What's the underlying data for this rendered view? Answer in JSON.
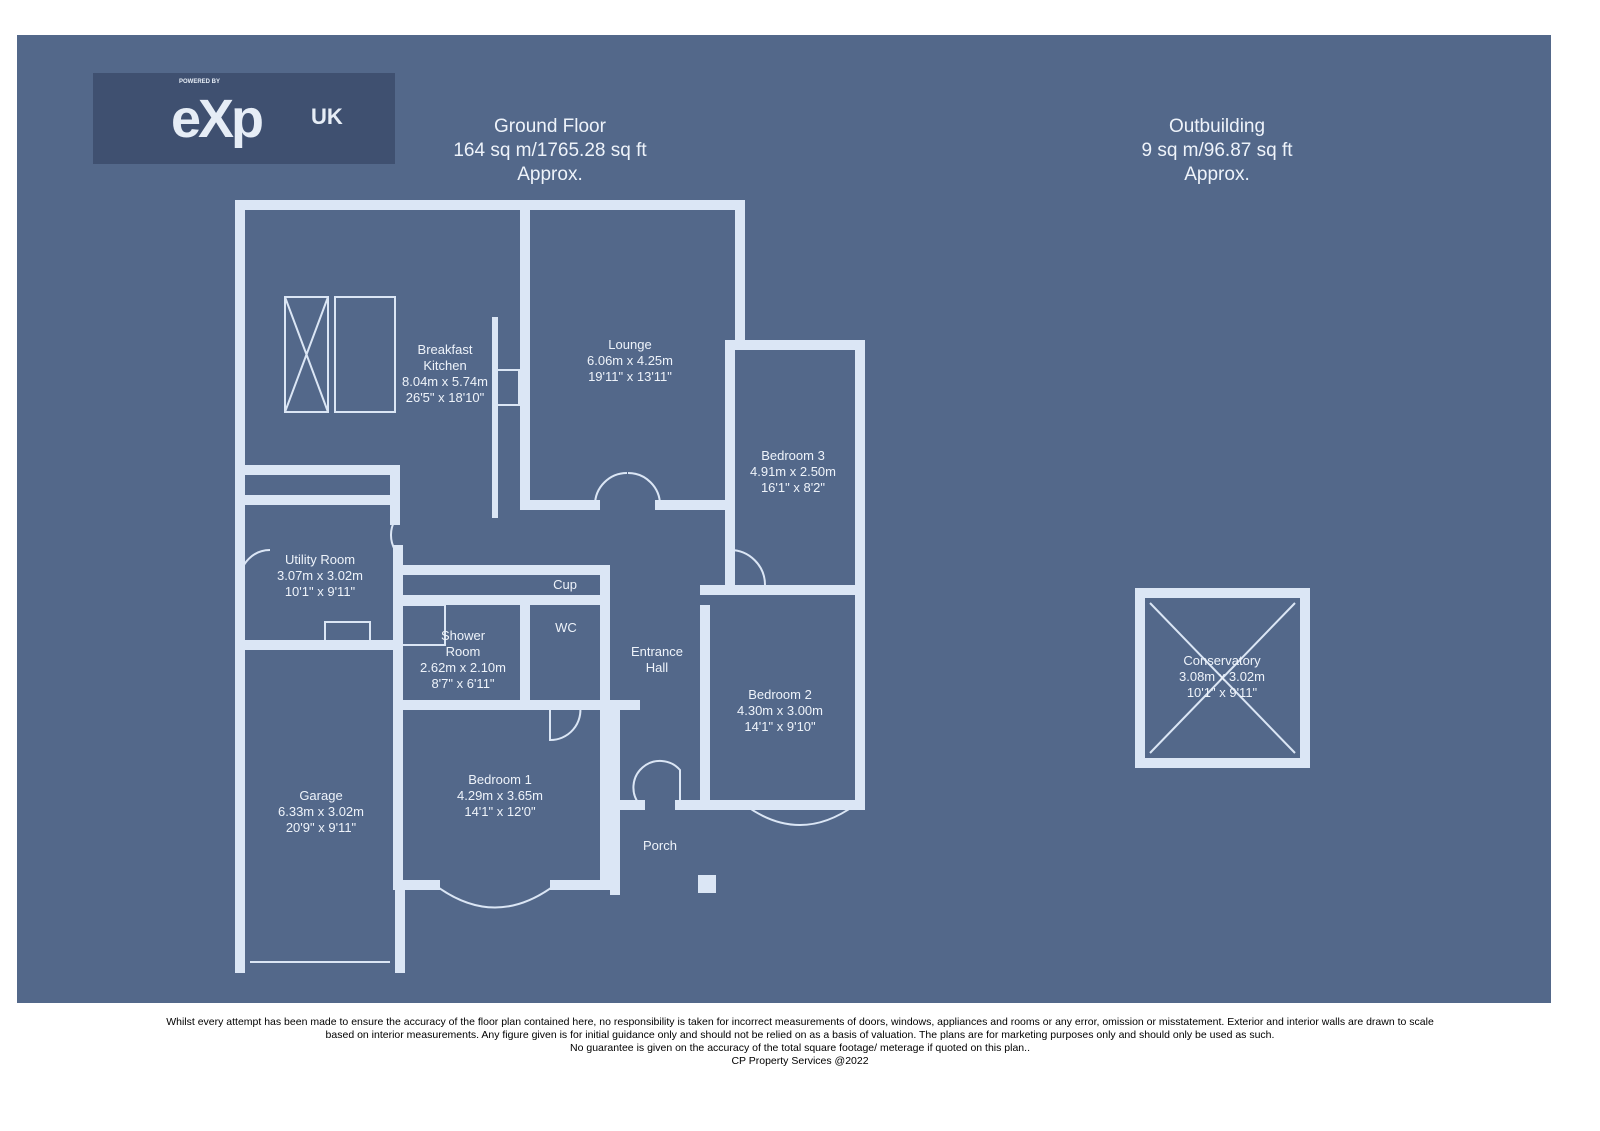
{
  "logo": {
    "text": "eXp",
    "suffix": "UK",
    "tagline": "POWERED BY"
  },
  "headers": [
    {
      "title": "Ground Floor",
      "area": "164 sq m/1765.28 sq ft",
      "note": "Approx."
    },
    {
      "title": "Outbuilding",
      "area": "9 sq m/96.87 sq ft",
      "note": "Approx."
    }
  ],
  "rooms": [
    {
      "name": "Breakfast Kitchen",
      "metric": "8.04m x 5.74m",
      "imperial": "26'5\" x 18'10\""
    },
    {
      "name": "Lounge",
      "metric": "6.06m x 4.25m",
      "imperial": "19'11\" x 13'11\""
    },
    {
      "name": "Bedroom 3",
      "metric": "4.91m x 2.50m",
      "imperial": "16'1\" x 8'2\""
    },
    {
      "name": "Utility Room",
      "metric": "3.07m x 3.02m",
      "imperial": "10'1\" x 9'11\""
    },
    {
      "name": "Shower Room",
      "metric": "2.62m x 2.10m",
      "imperial": "8'7\" x 6'11\""
    },
    {
      "name": "Entrance Hall",
      "metric": "",
      "imperial": ""
    },
    {
      "name": "Bedroom 2",
      "metric": "4.30m x 3.00m",
      "imperial": "14'1\" x 9'10\""
    },
    {
      "name": "Bedroom 1",
      "metric": "4.29m x 3.65m",
      "imperial": "14'1\" x 12'0\""
    },
    {
      "name": "Garage",
      "metric": "6.33m x 3.02m",
      "imperial": "20'9\" x 9'11\""
    },
    {
      "name": "Porch",
      "metric": "",
      "imperial": ""
    },
    {
      "name": "Cup",
      "metric": "",
      "imperial": ""
    },
    {
      "name": "WC",
      "metric": "",
      "imperial": ""
    },
    {
      "name": "Conservatory",
      "metric": "3.08m x 3.02m",
      "imperial": "10'1\" x 9'11\""
    }
  ],
  "footer": {
    "line1": "Whilst every attempt has been made to ensure the accuracy of the floor plan contained here, no responsibility is taken for incorrect measurements of doors, windows, appliances and rooms or any error, omission or misstatement. Exterior and interior walls are drawn to scale",
    "line2": "based on interior measurements. Any figure given is for initial guidance only and should not be relied on as a basis of valuation. The plans are for marketing purposes only and should only be used as such.",
    "line3": "No guarantee is given on the accuracy of the total square footage/ meterage if quoted on this plan..",
    "line4": "CP Property Services @2022"
  },
  "colors": {
    "background": "#53688a",
    "walls": "#dbe6f5"
  }
}
